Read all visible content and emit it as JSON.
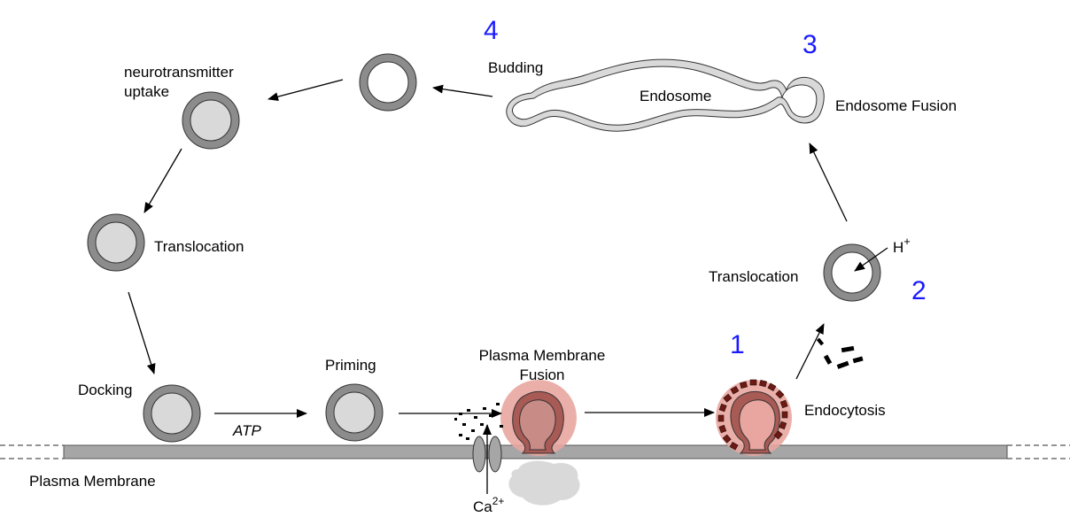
{
  "colors": {
    "vesicle_gray": "#d9d9d9",
    "vesicle_ring": "#8c8c8c",
    "membrane": "#a6a6a6",
    "fusion_pink": "#e9a6a0",
    "fusion_dark": "#a85a55",
    "clathrin": "#6b1a14",
    "step_number": "#1a1aff"
  },
  "labels": {
    "neurotransmitter_uptake_line1": "neurotransmitter",
    "neurotransmitter_uptake_line2": "uptake",
    "budding": "Budding",
    "endosome": "Endosome",
    "endosome_fusion": "Endosome Fusion",
    "translocation_left": "Translocation",
    "translocation_right": "Translocation",
    "docking": "Docking",
    "priming": "Priming",
    "atp": "ATP",
    "plasma_membrane_fusion_line1": "Plasma Membrane",
    "plasma_membrane_fusion_line2": "Fusion",
    "endocytosis": "Endocytosis",
    "plasma_membrane": "Plasma Membrane",
    "h_plus": "H",
    "h_plus_sup": "+",
    "ca_base": "Ca",
    "ca_sup": "2+"
  },
  "step_numbers": {
    "one": "1",
    "two": "2",
    "three": "3",
    "four": "4"
  }
}
